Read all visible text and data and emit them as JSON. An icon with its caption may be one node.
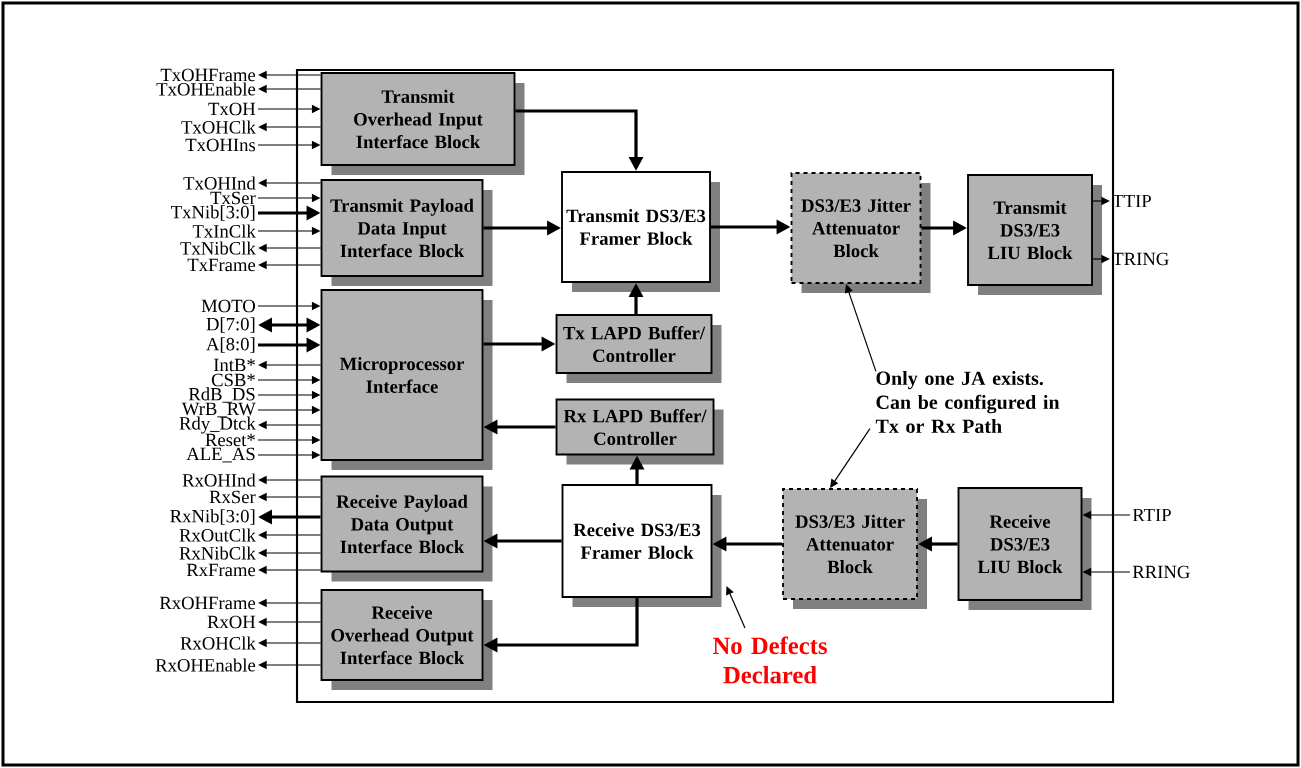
{
  "diagram": {
    "nodes": [
      {
        "text": [],
        "shape": "box"
      },
      {
        "text": [
          "Transmit Overhead Input Interface Block"
        ],
        "in": 0
      },
      {
        "text": [
          "Transmit Payload Data Input Interface Block"
        ],
        "in": 0
      },
      {
        "text": [
          "Microprocessor Interface"
        ],
        "in": 0
      },
      {
        "text": [
          "Receive Payload Data Output Interface Block"
        ],
        "in": 0
      },
      {
        "text": [
          "Receive Overhead Output Interface Block"
        ],
        "in": 0
      },
      {
        "text": [
          "Transmit DS3/E3 Framer Block"
        ],
        "in": 0
      },
      {
        "text": [
          "Tx LAPD Buffer/ Controller"
        ],
        "in": 0
      },
      {
        "text": [
          "Rx LAPD Buffer/ Controller"
        ],
        "in": 0
      },
      {
        "text": [
          "Receive DS3/E3 Framer Block"
        ],
        "in": 0
      },
      {
        "text": [
          "DS3/E3 Jitter Attenuator Block"
        ],
        "in": 0
      },
      {
        "text": [
          "Transmit DS3/E3 LIU Block"
        ],
        "in": 0
      },
      {
        "text": [
          "DS3/E3 Jitter Attenuator Block"
        ],
        "in": 0
      },
      {
        "text": [
          "Receive DS3/E3 LIU Block"
        ],
        "in": 0
      },
      {
        "text": [
          "Only one JA exists. Can be configured in Tx or Rx Path"
        ],
        "in": 0
      },
      {
        "text": [
          "No Defects Declared"
        ],
        "in": 0
      },
      {
        "text": [
          "TxOHFrame"
        ]
      },
      {
        "text": [
          "TxOHEnable"
        ]
      },
      {
        "text": [
          "TxOH"
        ]
      },
      {
        "text": [
          "TxOHClk"
        ]
      },
      {
        "text": [
          "TxOHIns"
        ]
      },
      {
        "text": [
          "TxOHInd"
        ]
      },
      {
        "text": [
          "TxSer"
        ]
      },
      {
        "text": [
          "TxNib[3:0]"
        ]
      },
      {
        "text": [
          "TxInClk"
        ]
      },
      {
        "text": [
          "TxNibClk"
        ]
      },
      {
        "text": [
          "TxFrame"
        ]
      },
      {
        "text": [
          "MOTO"
        ]
      },
      {
        "text": [
          "D[7:0]"
        ]
      },
      {
        "text": [
          "A[8:0]"
        ]
      },
      {
        "text": [
          "IntB*"
        ]
      },
      {
        "text": [
          "CSB*"
        ]
      },
      {
        "text": [
          "RdB_DS"
        ]
      },
      {
        "text": [
          "WrB_RW"
        ]
      },
      {
        "text": [
          "Rdy_Dtck"
        ]
      },
      {
        "text": [
          "Reset*"
        ]
      },
      {
        "text": [
          "ALE_AS"
        ]
      },
      {
        "text": [
          "RxOHInd"
        ]
      },
      {
        "text": [
          "RxSer"
        ]
      },
      {
        "text": [
          "RxNib[3:0]"
        ]
      },
      {
        "text": [
          "RxOutClk"
        ]
      },
      {
        "text": [
          "RxNibClk"
        ]
      },
      {
        "text": [
          "RxFrame"
        ]
      },
      {
        "text": [
          "RxOHFrame"
        ]
      },
      {
        "text": [
          "RxOH"
        ]
      },
      {
        "text": [
          "RxOHClk"
        ]
      },
      {
        "text": [
          "RxOHEnable"
        ]
      },
      {
        "text": [
          "TTIP"
        ]
      },
      {
        "text": [
          "TRING"
        ]
      },
      {
        "text": [
          "RTIP"
        ]
      },
      {
        "text": [
          "RRING"
        ]
      }
    ],
    "edges": [
      {
        "from": 1,
        "to": 6,
        "arrow": "to",
        "style": "thick"
      },
      {
        "from": 2,
        "to": 6,
        "arrow": "to",
        "style": "thick"
      },
      {
        "from": 6,
        "to": 10,
        "arrow": "to",
        "style": "thick"
      },
      {
        "from": 10,
        "to": 11,
        "arrow": "to",
        "style": "thick"
      },
      {
        "from": 3,
        "to": 7,
        "arrow": "to",
        "style": "thick"
      },
      {
        "from": 7,
        "to": 6,
        "arrow": "to",
        "style": "thick"
      },
      {
        "from": 8,
        "to": 3,
        "arrow": "to",
        "style": "thick"
      },
      {
        "from": 9,
        "to": 8,
        "arrow": "to",
        "style": "thick"
      },
      {
        "from": 9,
        "to": 4,
        "arrow": "to",
        "style": "thick"
      },
      {
        "from": 9,
        "to": 5,
        "arrow": "to",
        "style": "thick"
      },
      {
        "from": 12,
        "to": 9,
        "arrow": "to",
        "style": "thick"
      },
      {
        "from": 13,
        "to": 12,
        "arrow": "to",
        "style": "thick"
      },
      {
        "from": 14,
        "to": 10,
        "arrow": "to"
      },
      {
        "from": 14,
        "to": 12,
        "arrow": "to"
      },
      {
        "from": 15,
        "to": 9,
        "arrow": "to"
      },
      {
        "from": 1,
        "to": 16,
        "arrow": "to"
      },
      {
        "from": 1,
        "to": 17,
        "arrow": "to"
      },
      {
        "from": 18,
        "to": 1,
        "arrow": "to"
      },
      {
        "from": 1,
        "to": 19,
        "arrow": "to"
      },
      {
        "from": 20,
        "to": 1,
        "arrow": "to"
      },
      {
        "from": 2,
        "to": 21,
        "arrow": "to"
      },
      {
        "from": 22,
        "to": 2,
        "arrow": "to"
      },
      {
        "from": 23,
        "to": 2,
        "arrow": "to",
        "style": "thick"
      },
      {
        "from": 24,
        "to": 2,
        "arrow": "to"
      },
      {
        "from": 2,
        "to": 25,
        "arrow": "to"
      },
      {
        "from": 2,
        "to": 26,
        "arrow": "to"
      },
      {
        "from": 27,
        "to": 3,
        "arrow": "to"
      },
      {
        "from": 28,
        "to": 3,
        "arrow": "both",
        "style": "thick"
      },
      {
        "from": 29,
        "to": 3,
        "arrow": "to",
        "style": "thick"
      },
      {
        "from": 3,
        "to": 30,
        "arrow": "to"
      },
      {
        "from": 31,
        "to": 3,
        "arrow": "to"
      },
      {
        "from": 32,
        "to": 3,
        "arrow": "to"
      },
      {
        "from": 33,
        "to": 3,
        "arrow": "to"
      },
      {
        "from": 3,
        "to": 34,
        "arrow": "to"
      },
      {
        "from": 35,
        "to": 3,
        "arrow": "to"
      },
      {
        "from": 36,
        "to": 3,
        "arrow": "to"
      },
      {
        "from": 4,
        "to": 37,
        "arrow": "to"
      },
      {
        "from": 4,
        "to": 38,
        "arrow": "to"
      },
      {
        "from": 4,
        "to": 39,
        "arrow": "to",
        "style": "thick"
      },
      {
        "from": 4,
        "to": 40,
        "arrow": "to"
      },
      {
        "from": 4,
        "to": 41,
        "arrow": "to"
      },
      {
        "from": 4,
        "to": 42,
        "arrow": "to"
      },
      {
        "from": 5,
        "to": 43,
        "arrow": "to"
      },
      {
        "from": 5,
        "to": 44,
        "arrow": "to"
      },
      {
        "from": 5,
        "to": 45,
        "arrow": "to"
      },
      {
        "from": 5,
        "to": 46,
        "arrow": "to"
      },
      {
        "from": 11,
        "to": 47,
        "arrow": "to"
      },
      {
        "from": 11,
        "to": 48,
        "arrow": "to"
      },
      {
        "from": 49,
        "to": 13,
        "arrow": "to"
      },
      {
        "from": 50,
        "to": 13,
        "arrow": "to"
      }
    ]
  }
}
